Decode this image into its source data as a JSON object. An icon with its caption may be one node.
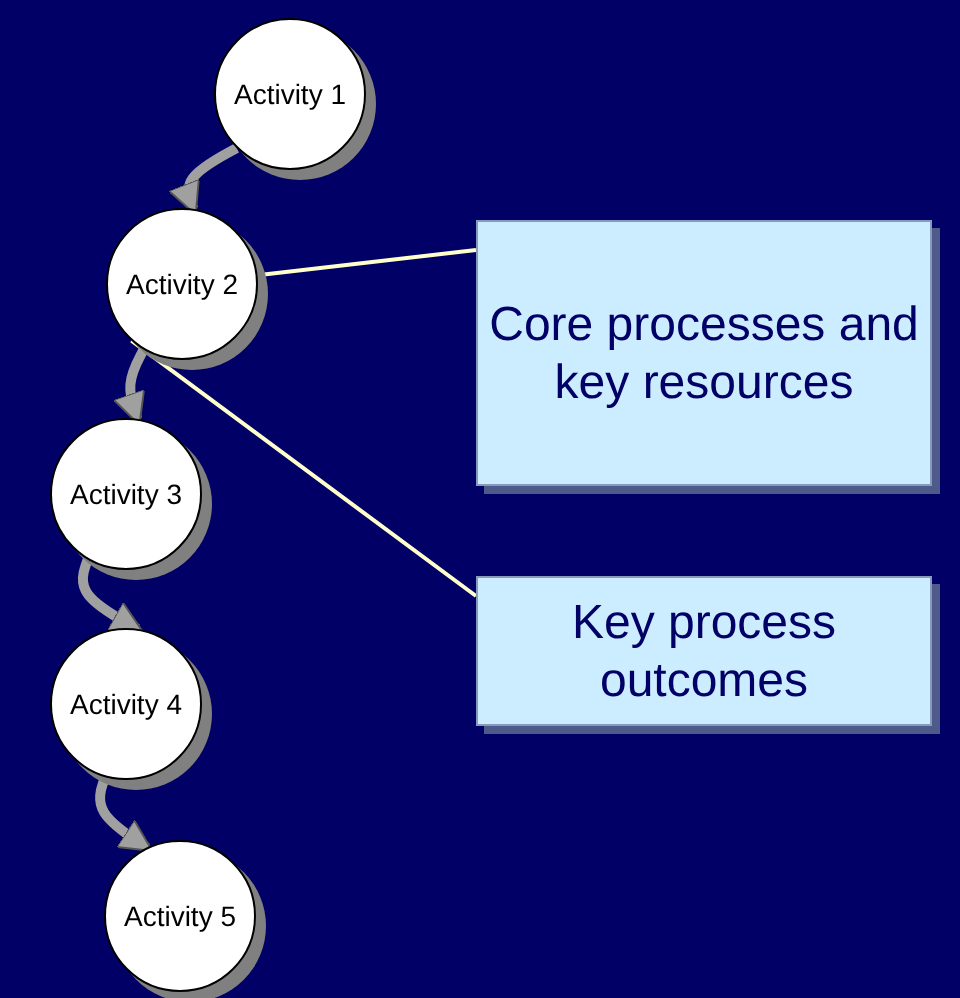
{
  "diagram": {
    "nodes": [
      {
        "text": [
          "Activity 1"
        ]
      },
      {
        "text": [
          "Activity 2"
        ]
      },
      {
        "text": [
          "Activity 3"
        ]
      },
      {
        "text": [
          "Activity 4"
        ]
      },
      {
        "text": [
          "Activity 5"
        ]
      },
      {
        "text": [
          "Core processes and key resources"
        ]
      },
      {
        "text": [
          "Key process outcomes"
        ]
      }
    ],
    "edges": [
      {
        "from": 0,
        "to": 1,
        "arrow": "to"
      },
      {
        "from": 1,
        "to": 2,
        "arrow": "to"
      },
      {
        "from": 2,
        "to": 3,
        "arrow": "to"
      },
      {
        "from": 3,
        "to": 4,
        "arrow": "to"
      },
      {
        "from": 5,
        "to": 1,
        "arrow": "none",
        "color": "#ffffcc"
      },
      {
        "from": 6,
        "to": 1,
        "arrow": "none",
        "color": "#ffffcc"
      }
    ]
  }
}
